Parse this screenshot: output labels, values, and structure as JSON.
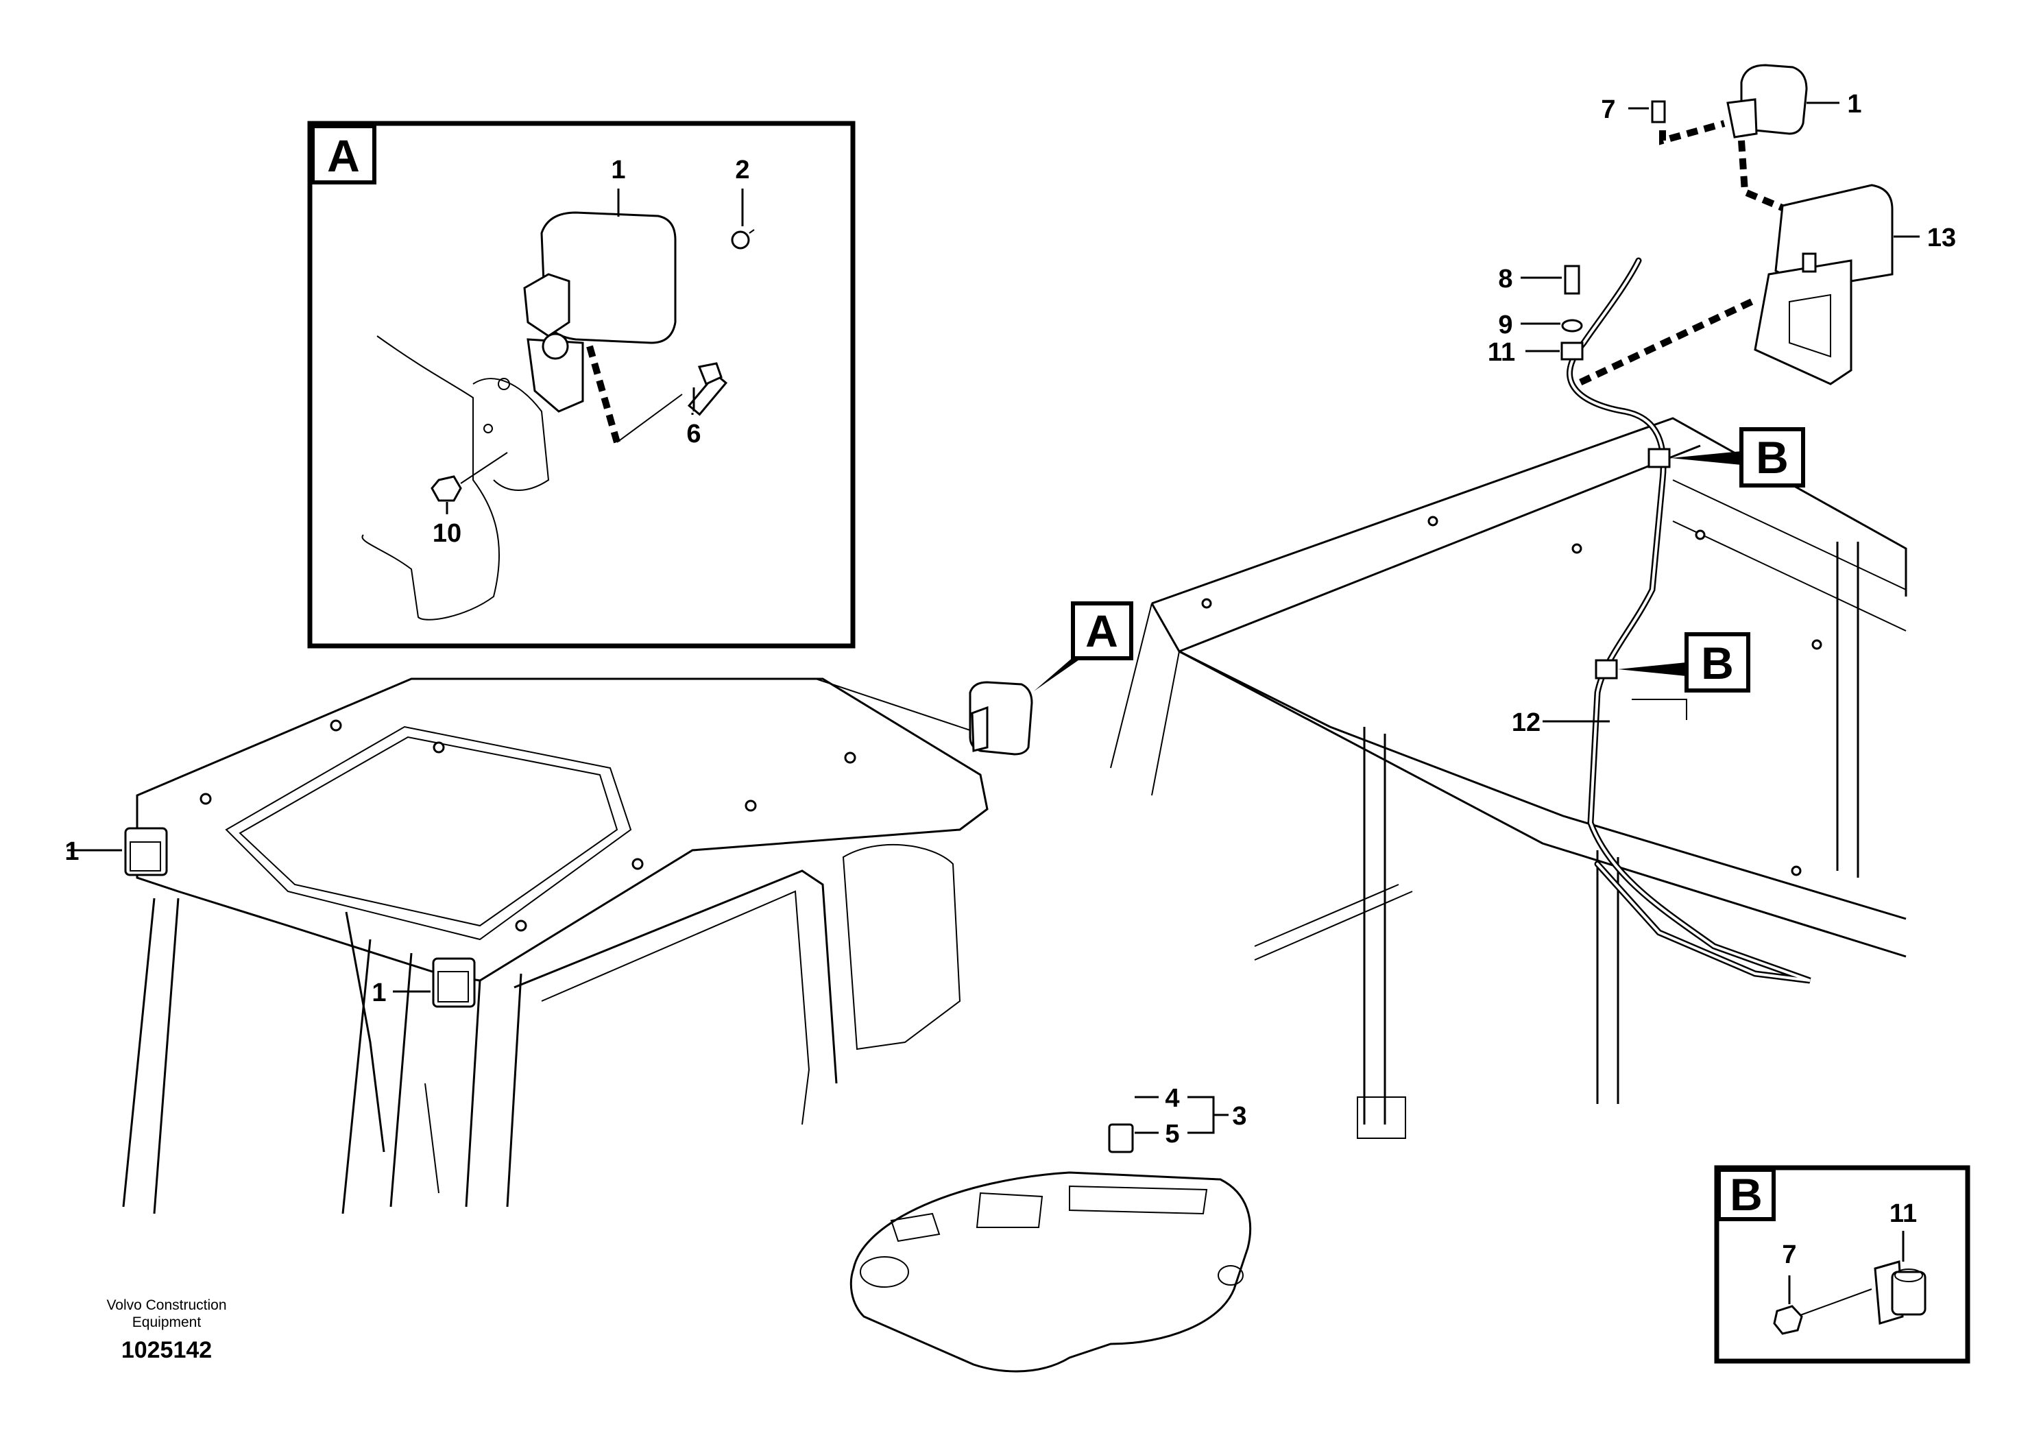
{
  "inset_a": {
    "tag": "A",
    "callouts": [
      "1",
      "2",
      "6",
      "10"
    ]
  },
  "inset_b": {
    "tag": "B",
    "callouts": [
      "7",
      "11"
    ]
  },
  "main_callouts": {
    "lamp_left": "1",
    "lamp_center": "1",
    "switch_4": "4",
    "switch_5": "5",
    "switch_3": "3",
    "tr_7": "7",
    "tr_1": "1",
    "tr_13": "13",
    "tr_8": "8",
    "tr_9": "9",
    "tr_11": "11",
    "cable_12": "12"
  },
  "view_tags": {
    "a": "A",
    "b_upper": "B",
    "b_lower": "B"
  },
  "footer": {
    "credit_line1": "Volvo Construction",
    "credit_line2": "Equipment",
    "doc_number": "1025142"
  }
}
